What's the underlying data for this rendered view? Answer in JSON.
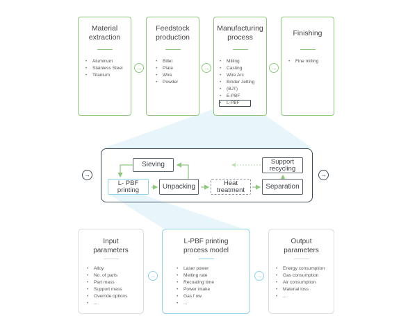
{
  "supply_chain": {
    "stages": [
      {
        "title": "Material\nextraction",
        "items": [
          "Aluminum",
          "Stainless Steel",
          "Titanium"
        ]
      },
      {
        "title": "Feedstock\nproduction",
        "items": [
          "Billet",
          "Plate",
          "Wire",
          "Powder"
        ]
      },
      {
        "title": "Manufacturing\nprocess",
        "items": [
          "Milling",
          "Casting",
          "Wire Arc",
          "Binder Jetting",
          "(BJT)",
          "E-PBF",
          "L-PBF"
        ]
      },
      {
        "title": "Finishing",
        "items": [
          "Fine milling"
        ]
      }
    ]
  },
  "lpbf_loop": {
    "steps": {
      "sieving": "Sieving",
      "lpbf_printing": "L- PBF\nprinting",
      "unpacking": "Unpacking",
      "heat_treatment": "Heat\ntreatment",
      "separation": "Separation",
      "support_recycling": "Support\nrecycling"
    }
  },
  "model": {
    "input": {
      "title": "Input\nparameters",
      "items": [
        "Alloy",
        "No. of parts",
        "Part mass",
        "Support mass",
        "Override options",
        "..."
      ]
    },
    "process": {
      "title": "L-PBF printing\nprocess model",
      "items": [
        "Laser power",
        "Melting rate",
        "Recoating time",
        "Power intake",
        "Gas f ow",
        "..."
      ]
    },
    "output": {
      "title": "Output\nparameters",
      "items": [
        "Energy consumption",
        "Gas consumption",
        "Air consumption",
        "Material loss",
        "..."
      ]
    }
  },
  "icons": {
    "arrow": "→"
  },
  "colors": {
    "green": "#8cc97a",
    "blue": "#8ed3ea",
    "dark": "#3c4a55",
    "gray": "#dcdcdc"
  }
}
